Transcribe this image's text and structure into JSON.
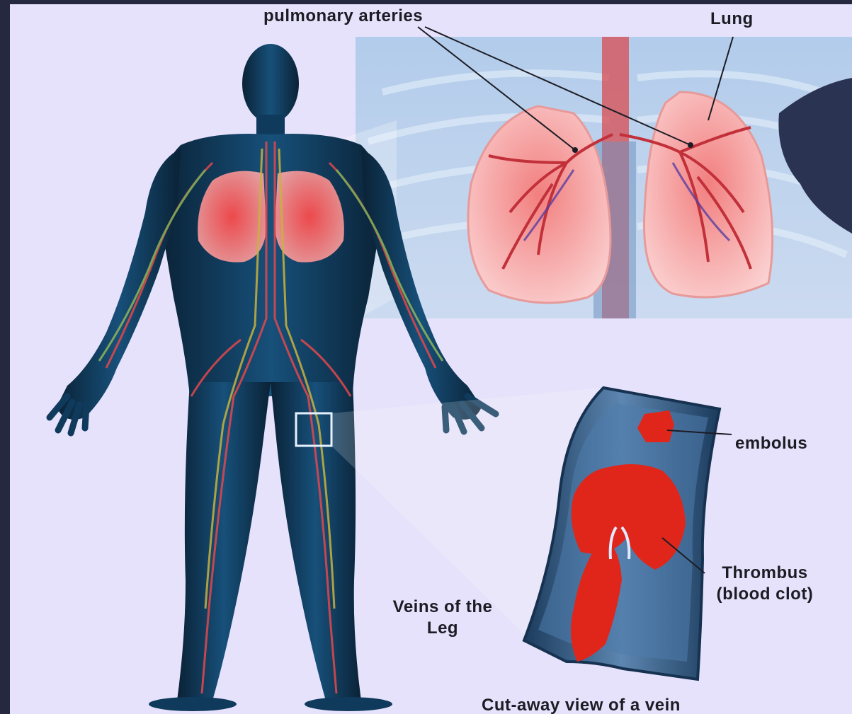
{
  "labels": {
    "pulmonary_arteries": "pulmonary arteries",
    "lung": "Lung",
    "embolus": "embolus",
    "thrombus_line1": "Thrombus",
    "thrombus_line2": "(blood clot)",
    "veins_line1": "Veins of the",
    "veins_line2": "Leg",
    "cutaway": "Cut-away view of a vein"
  },
  "colors": {
    "page_border": "#262840",
    "background": "#e6e2fb",
    "body": "#0f3a5c",
    "lung": "#f26a6a",
    "clot": "#e0261a",
    "vein_wall": "#2d5d8a"
  }
}
